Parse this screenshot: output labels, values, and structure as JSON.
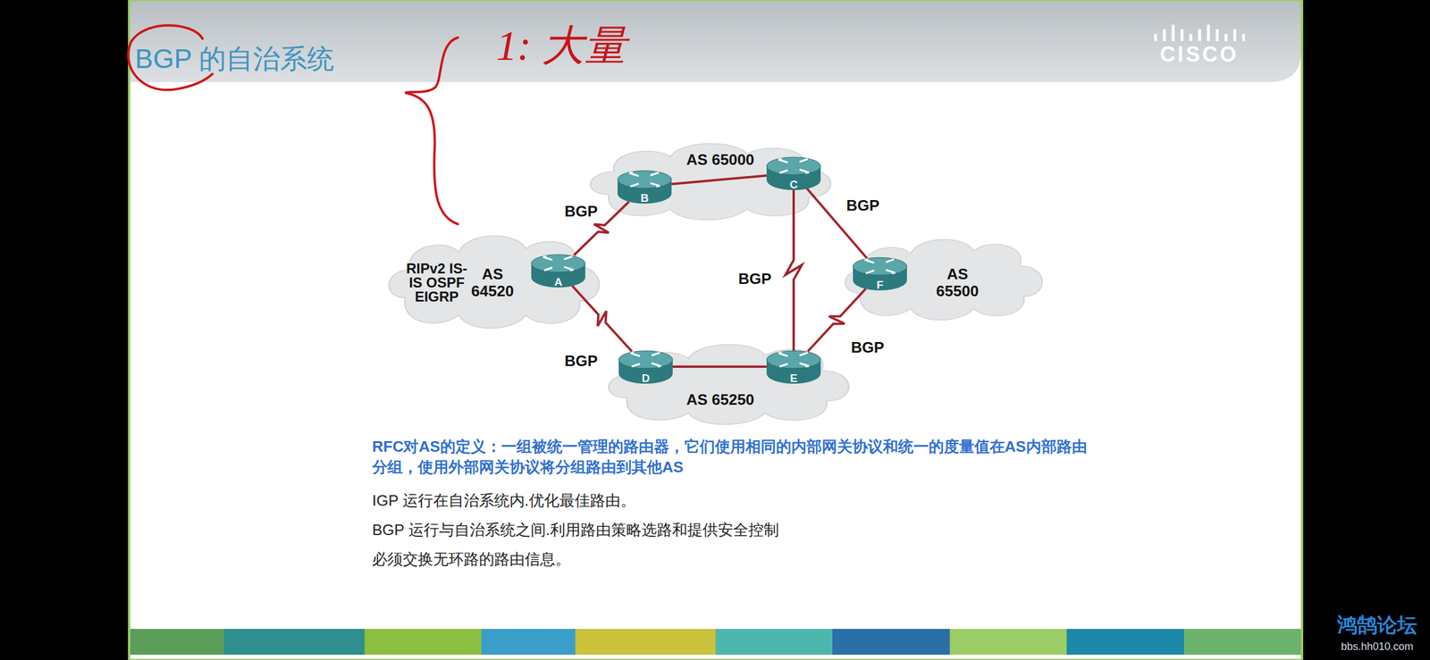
{
  "diagram": {
    "title": "BGP 的自治系统",
    "nodes": [
      {
        "text": [
          "RIPv2 IS-IS OSPF EIGRP",
          "AS 64520"
        ]
      },
      {
        "text": [
          "A"
        ],
        "in": 0
      },
      {
        "text": [
          "AS 65000"
        ]
      },
      {
        "text": [
          "B"
        ],
        "in": 2
      },
      {
        "text": [
          "C"
        ],
        "in": 2
      },
      {
        "text": [
          "AS 65250"
        ]
      },
      {
        "text": [
          "D"
        ],
        "in": 5
      },
      {
        "text": [
          "E"
        ],
        "in": 5
      },
      {
        "text": [
          "AS 65500"
        ]
      },
      {
        "text": [
          "F"
        ],
        "in": 8
      }
    ],
    "edges": [
      {
        "from": 1,
        "to": 3,
        "arrow": "none",
        "label": "BGP"
      },
      {
        "from": 3,
        "to": 4,
        "arrow": "none"
      },
      {
        "from": 4,
        "to": 9,
        "arrow": "none",
        "label": "BGP"
      },
      {
        "from": 4,
        "to": 7,
        "arrow": "none",
        "label": "BGP"
      },
      {
        "from": 1,
        "to": 6,
        "arrow": "none",
        "label": "BGP"
      },
      {
        "from": 6,
        "to": 7,
        "arrow": "none"
      },
      {
        "from": 7,
        "to": 9,
        "arrow": "none",
        "label": "BGP"
      }
    ],
    "labels": [
      "1: 大量",
      "CISCO",
      "RFC对AS的定义：一组被统一管理的路由器，它们使用相同的内部网关协议和统一的度量值在AS内部路由分组，使用外部网关协议将分组路由到其他AS",
      "IGP 运行在自治系统内.优化最佳路由。",
      "BGP 运行与自治系统之间.利用路由策略选路和提供安全控制",
      "必须交换无环路的路由信息。",
      "鸿鹄论坛",
      "bbs.hh010.com"
    ]
  }
}
